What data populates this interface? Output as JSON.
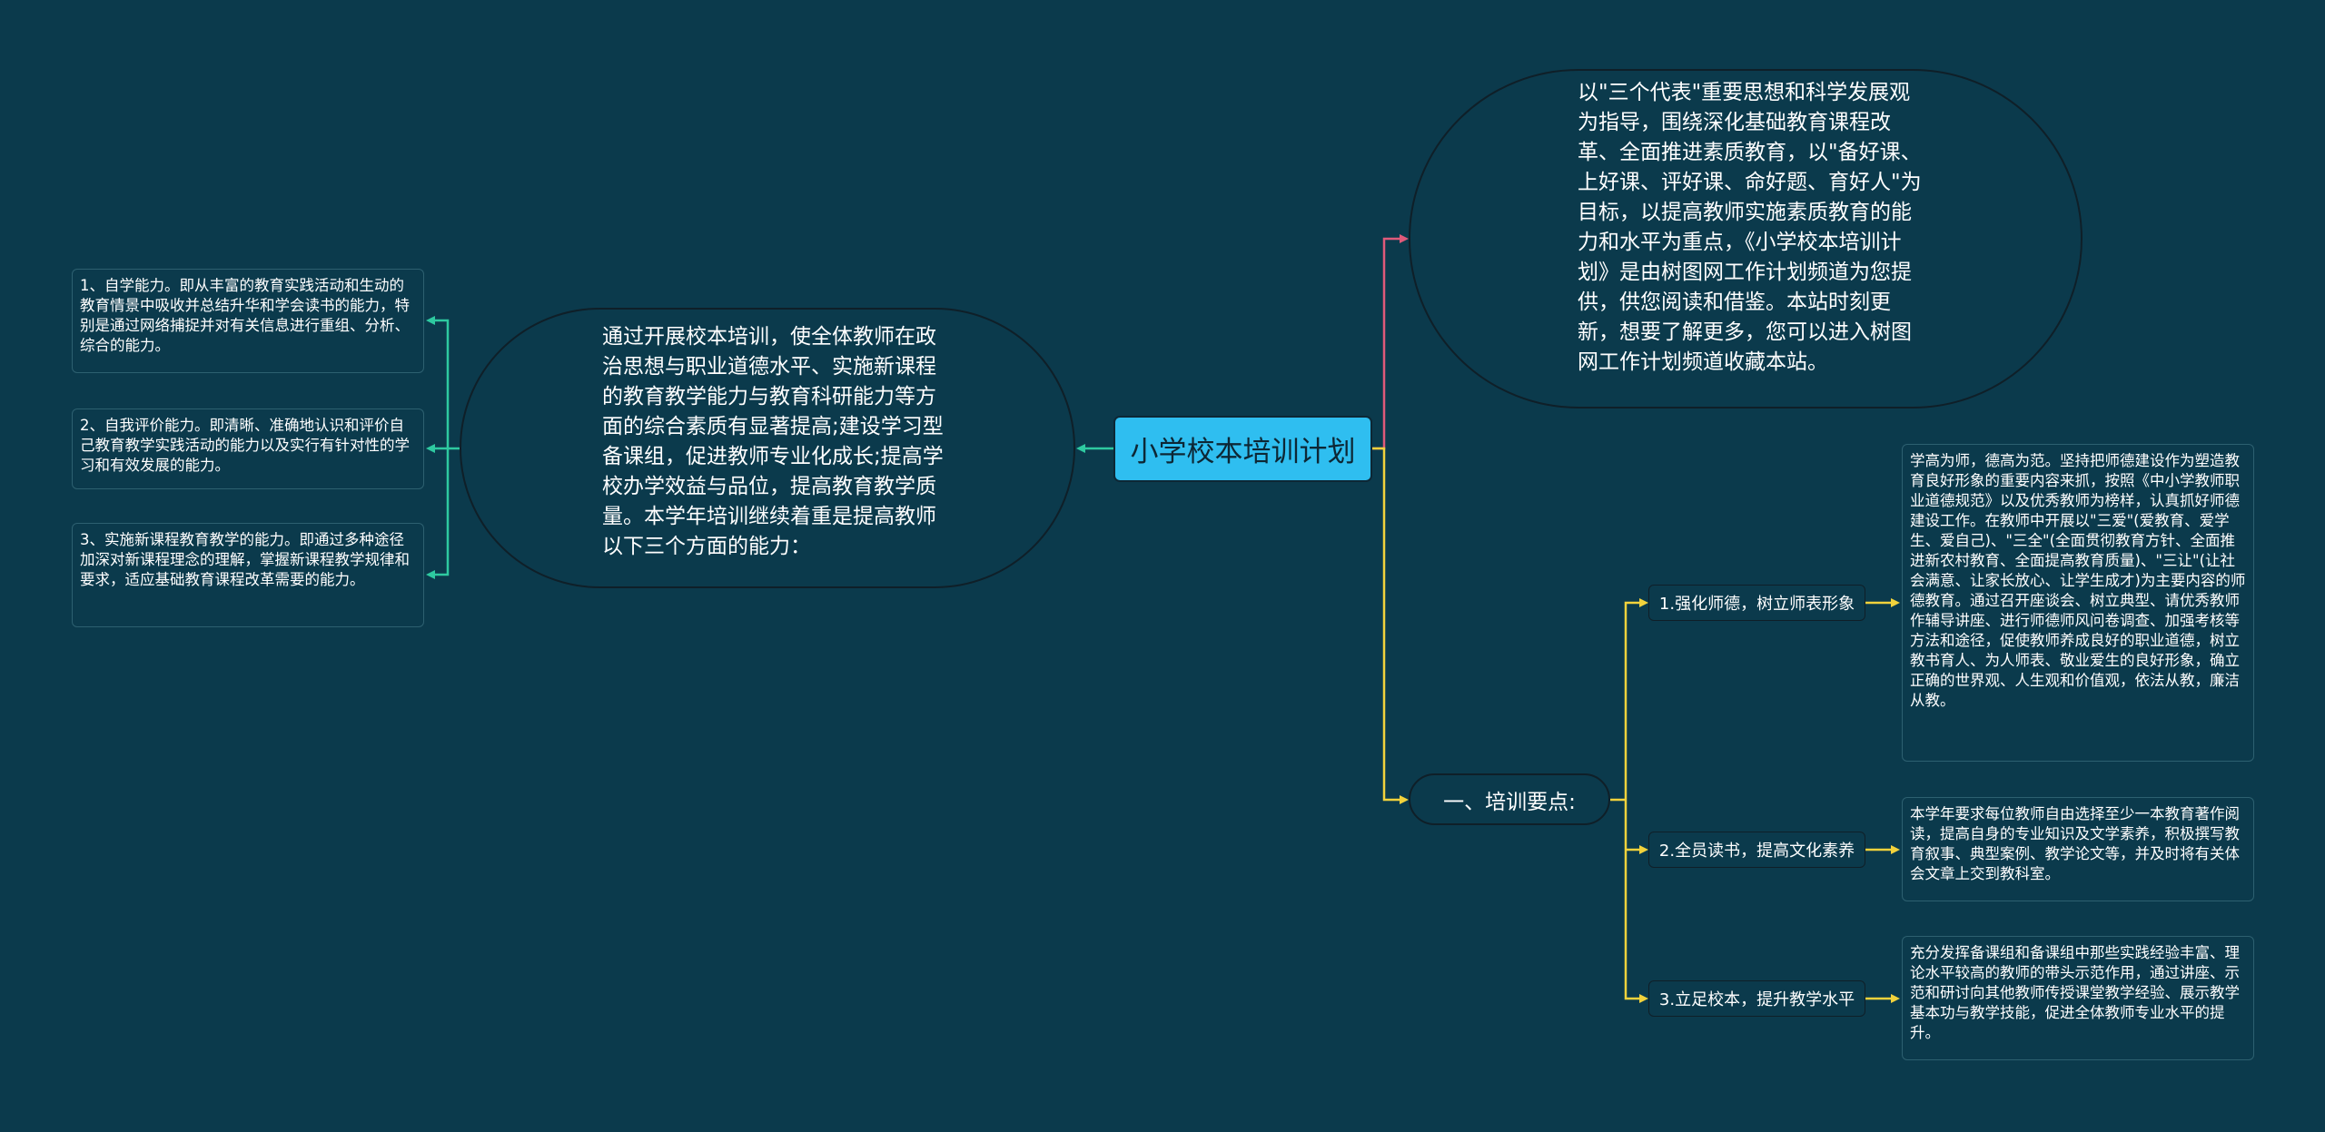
{
  "root": {
    "label": "小学校本培训计划"
  },
  "left_branch": {
    "text": "通过开展校本培训，使全体教师在政治思想与职业道德水平、实施新课程的教育教学能力与教育科研能力等方面的综合素质有显著提高;建设学习型备课组，促进教师专业化成长;提高学校办学效益与品位，提高教育教学质量。本学年培训继续着重是提高教师以下三个方面的能力：",
    "children": [
      "1、自学能力。即从丰富的教育实践活动和生动的教育情景中吸收并总结升华和学会读书的能力，特别是通过网络捕捉并对有关信息进行重组、分析、综合的能力。",
      "2、自我评价能力。即清晰、准确地认识和评价自己教育教学实践活动的能力以及实行有针对性的学习和有效发展的能力。",
      "3、实施新课程教育教学的能力。即通过多种途径加深对新课程理念的理解，掌握新课程教学规律和要求，适应基础教育课程改革需要的能力。"
    ]
  },
  "right_top": {
    "text": "以\"三个代表\"重要思想和科学发展观为指导，围绕深化基础教育课程改革、全面推进素质教育，以\"备好课、上好课、评好课、命好题、育好人\"为目标，以提高教师实施素质教育的能力和水平为重点，《小学校本培训计划》是由树图网工作计划频道为您提供，供您阅读和借鉴。本站时刻更新，想要了解更多，您可以进入树图网工作计划频道收藏本站。"
  },
  "right_bottom": {
    "label": "一、培训要点:",
    "items": [
      {
        "label": "1.强化师德，树立师表形象",
        "detail": "学高为师，德高为范。坚持把师德建设作为塑造教育良好形象的重要内容来抓，按照《中小学教师职业道德规范》以及优秀教师为榜样，认真抓好师德建设工作。在教师中开展以\"三爱\"(爱教育、爱学生、爱自己)、\"三全\"(全面贯彻教育方针、全面推进新农村教育、全面提高教育质量)、\"三让\"(让社会满意、让家长放心、让学生成才)为主要内容的师德教育。通过召开座谈会、树立典型、请优秀教师作辅导讲座、进行师德师风问卷调查、加强考核等方法和途径，促使教师养成良好的职业道德，树立教书育人、为人师表、敬业爱生的良好形象，确立正确的世界观、人生观和价值观，依法从教，廉洁从教。"
      },
      {
        "label": "2.全员读书，提高文化素养",
        "detail": "本学年要求每位教师自由选择至少一本教育著作阅读，提高自身的专业知识及文学素养，积极撰写教育叙事、典型案例、教学论文等，并及时将有关体会文章上交到教科室。"
      },
      {
        "label": "3.立足校本，提升教学水平",
        "detail": "充分发挥备课组和备课组中那些实践经验丰富、理论水平较高的教师的带头示范作用，通过讲座、示范和研讨向其他教师传授课堂教学经验、展示教学基本功与教学技能，促进全体教师专业水平的提升。"
      }
    ]
  },
  "colors": {
    "background": "#0b3a4c",
    "root_fill": "#2fbef0",
    "link_left": "#2ec9a0",
    "link_top": "#e05a7a",
    "link_bottom": "#f2d23c"
  }
}
